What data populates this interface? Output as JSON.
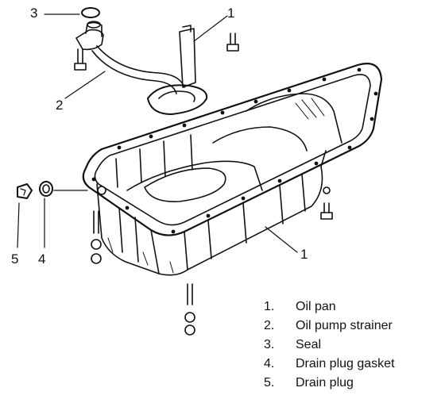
{
  "callouts": {
    "c1_top": "1",
    "c1_side": "1",
    "c2": "2",
    "c3": "3",
    "c4": "4",
    "c5": "5"
  },
  "legend": [
    {
      "number": "1.",
      "label": "Oil pan"
    },
    {
      "number": "2.",
      "label": "Oil pump strainer"
    },
    {
      "number": "3.",
      "label": "Seal"
    },
    {
      "number": "4.",
      "label": "Drain plug gasket"
    },
    {
      "number": "5.",
      "label": "Drain plug"
    }
  ]
}
